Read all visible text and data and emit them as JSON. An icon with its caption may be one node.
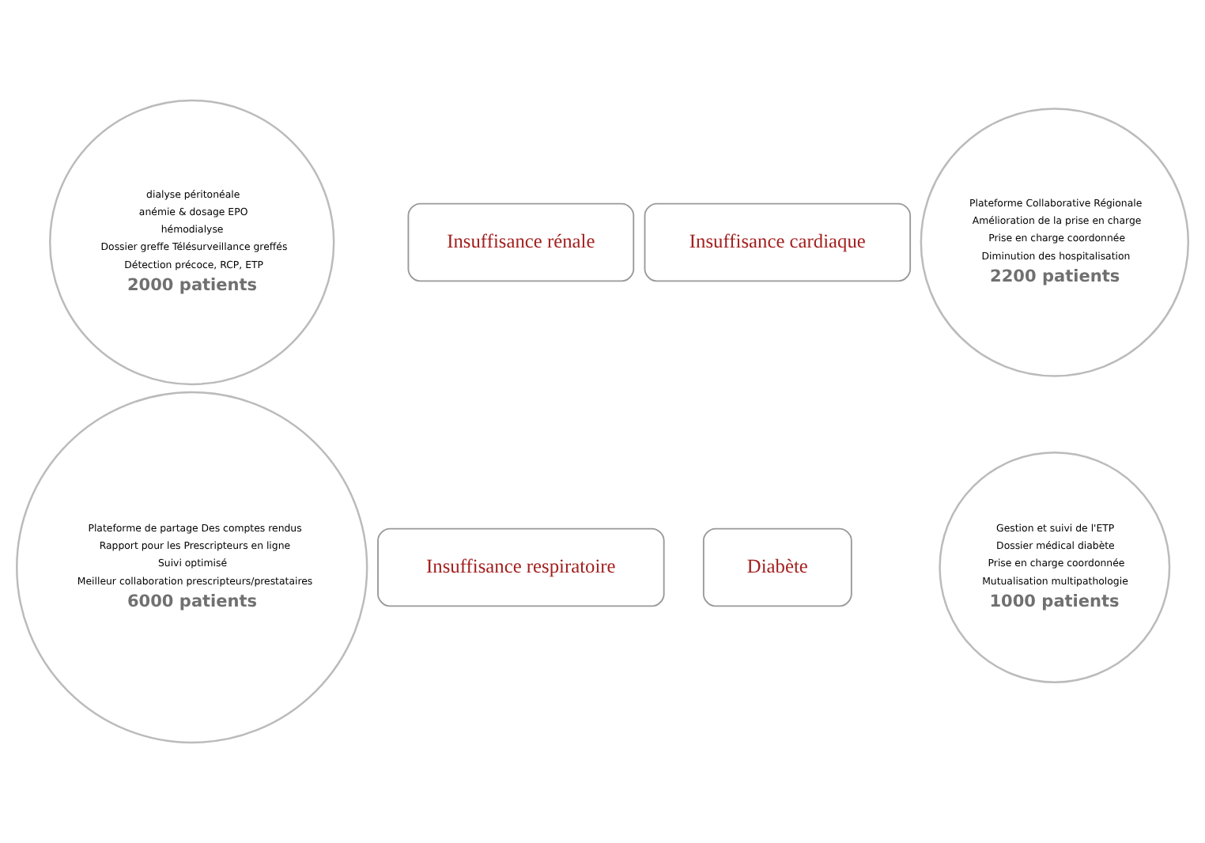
{
  "diagram": {
    "nodes": [
      {
        "text": [
          "dialyse péritonéale",
          "anémie & dosage EPO",
          "hémodialyse",
          "Dossier greffe Télésurveillance greffés",
          "Détection précoce, RCP, ETP",
          "2000 patients"
        ]
      },
      {
        "text": [
          "Plateforme Collaborative Régionale",
          "Amélioration de la prise en charge",
          "Prise en charge coordonnée",
          "Diminution des hospitalisation",
          "2200 patients"
        ]
      },
      {
        "text": [
          "Insuffisance rénale"
        ]
      },
      {
        "text": [
          "Insuffisance cardiaque"
        ]
      },
      {
        "text": [
          "Insuffisance respiratoire"
        ]
      },
      {
        "text": [
          "Diabète"
        ]
      },
      {
        "text": [
          "Plateforme de partage Des comptes rendus",
          "Rapport pour les Prescripteurs en ligne",
          "Suivi optimisé",
          "Meilleur collaboration prescripteurs/prestataires",
          "6000 patients"
        ]
      },
      {
        "text": [
          "Gestion et suivi de l'ETP",
          "Dossier médical diabète",
          "Prise en charge coordonnée",
          "Mutualisation multipathologie",
          "1000 patients"
        ]
      }
    ],
    "edges": []
  }
}
